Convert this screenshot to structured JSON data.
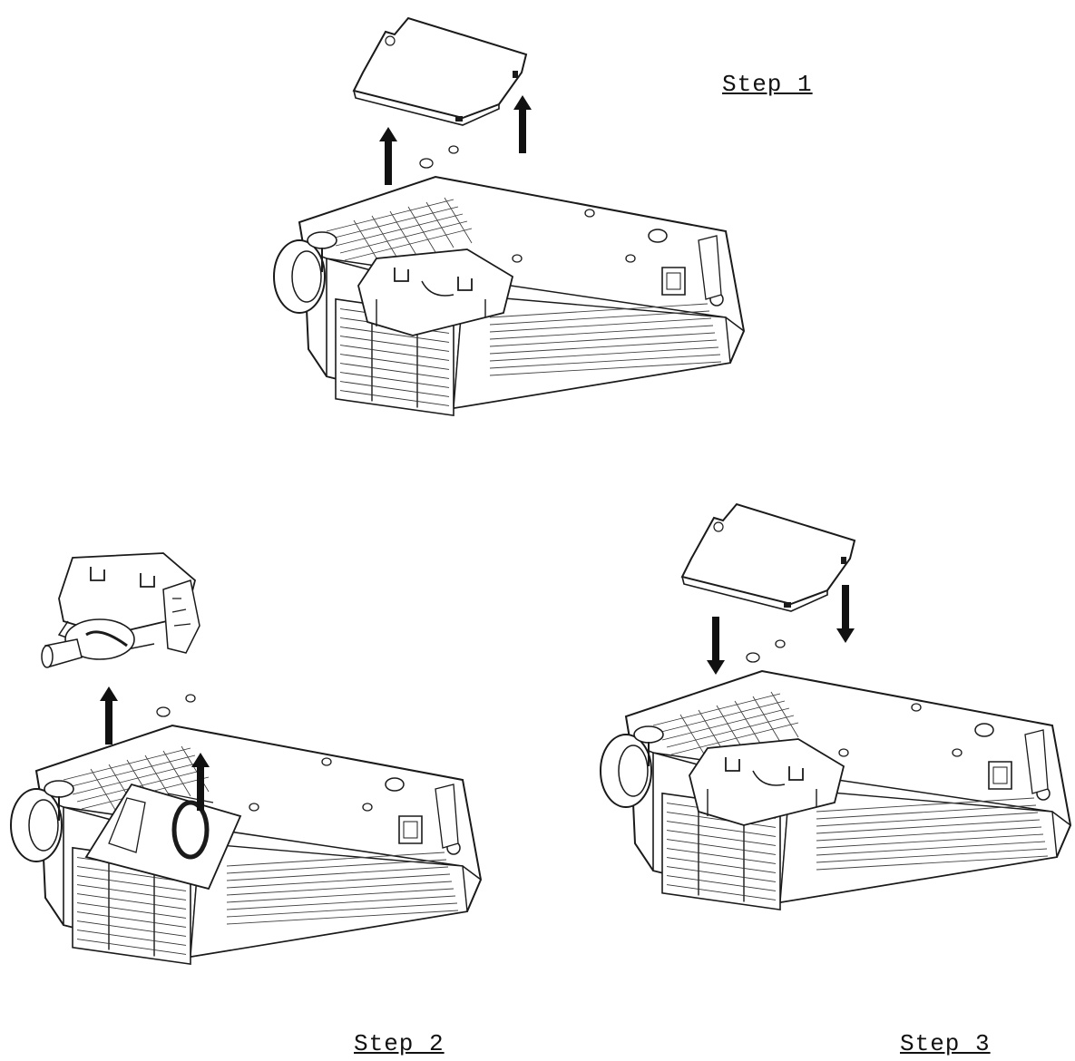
{
  "steps": [
    {
      "label": "Step 1"
    },
    {
      "label": "Step 2"
    },
    {
      "label": "Step 3"
    }
  ],
  "colors": {
    "line": "#1a1a1a",
    "background": "#ffffff",
    "arrow": "#111111"
  }
}
